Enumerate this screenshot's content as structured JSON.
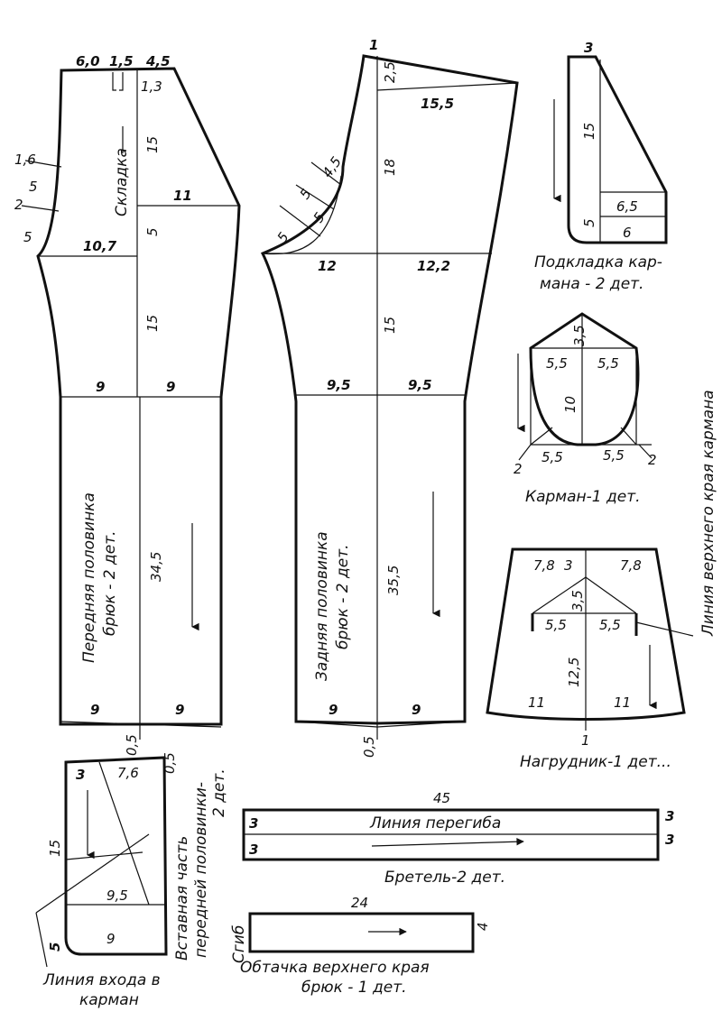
{
  "front_half": {
    "label_line1": "Передняя половинка",
    "label_line2": "брюк - 2 дет.",
    "fold_label": "Складка",
    "top_left": "6,0",
    "top_fold": "1,5",
    "top_right": "4,5",
    "fold_depth": "1,3",
    "side_1": "1,6",
    "side_2": "5",
    "side_3": "2",
    "side_4": "5",
    "upper": "15",
    "hip_right": "11",
    "hip_mid": "5",
    "crotch": "10,7",
    "mid": "15",
    "knee_left": "9",
    "knee_right": "9",
    "leg": "34,5",
    "hem_left": "9",
    "hem_right": "9",
    "hem_drop": "0,5"
  },
  "back_half": {
    "label_line1": "Задняя половинка",
    "label_line2": "брюк - 2 дет.",
    "top_point": "1",
    "top_drop": "2,5",
    "waist": "15,5",
    "seat_1": "4,5",
    "seat_2": "5",
    "seat_3": "5",
    "seat_4": "5",
    "upper": "18",
    "crotch_left": "12",
    "crotch_right": "12,2",
    "mid": "15",
    "knee_left": "9,5",
    "knee_right": "9,5",
    "leg": "35,5",
    "hem_left": "9",
    "hem_right": "9",
    "hem_drop": "0,5"
  },
  "pocket_lining": {
    "label_line1": "Подкладка кар-",
    "label_line2": "мана - 2 дет.",
    "top": "3",
    "height": "15",
    "inner_w": "6,5",
    "bottom_h": "5",
    "bottom_w": "6"
  },
  "pocket": {
    "label": "Карман-1 дет.",
    "top_h": "3,5",
    "w_left": "5,5",
    "w_right": "5,5",
    "height": "10",
    "bottom_left": "5,5",
    "bottom_right": "5,5",
    "corner_left": "2",
    "corner_right": "2"
  },
  "bib": {
    "label": "Нагрудник-1 дет...",
    "top_left": "7,8",
    "top_mid": "3",
    "top_right": "7,8",
    "peak_h": "3,5",
    "w_left": "5,5",
    "w_right": "5,5",
    "height": "12,5",
    "bottom_left": "11",
    "bottom_right": "11",
    "bottom_mark": "1"
  },
  "pocket_line_label": "Линия верхнего края кармана",
  "insert": {
    "label_line1": "Вставная часть",
    "label_line2": "передней половинки-",
    "label_line3": "2 дет.",
    "top_left": "3",
    "top_w": "7,6",
    "top_right": "0,5",
    "height": "15",
    "mid_w": "9,5",
    "bottom_w": "9",
    "bottom_h": "5",
    "entry_line1": "Линия входа в",
    "entry_line2": "карман"
  },
  "strap": {
    "label": "Бретель-2 дет.",
    "length": "45",
    "fold_line": "Линия перегиба",
    "left_top": "3",
    "left_bottom": "3",
    "right_top": "3",
    "right_bottom": "3"
  },
  "facing": {
    "label_line1": "Обтачка верхнего края",
    "label_line2": "брюк - 1 дет.",
    "length": "24",
    "fold": "Сгиб",
    "width": "4"
  }
}
